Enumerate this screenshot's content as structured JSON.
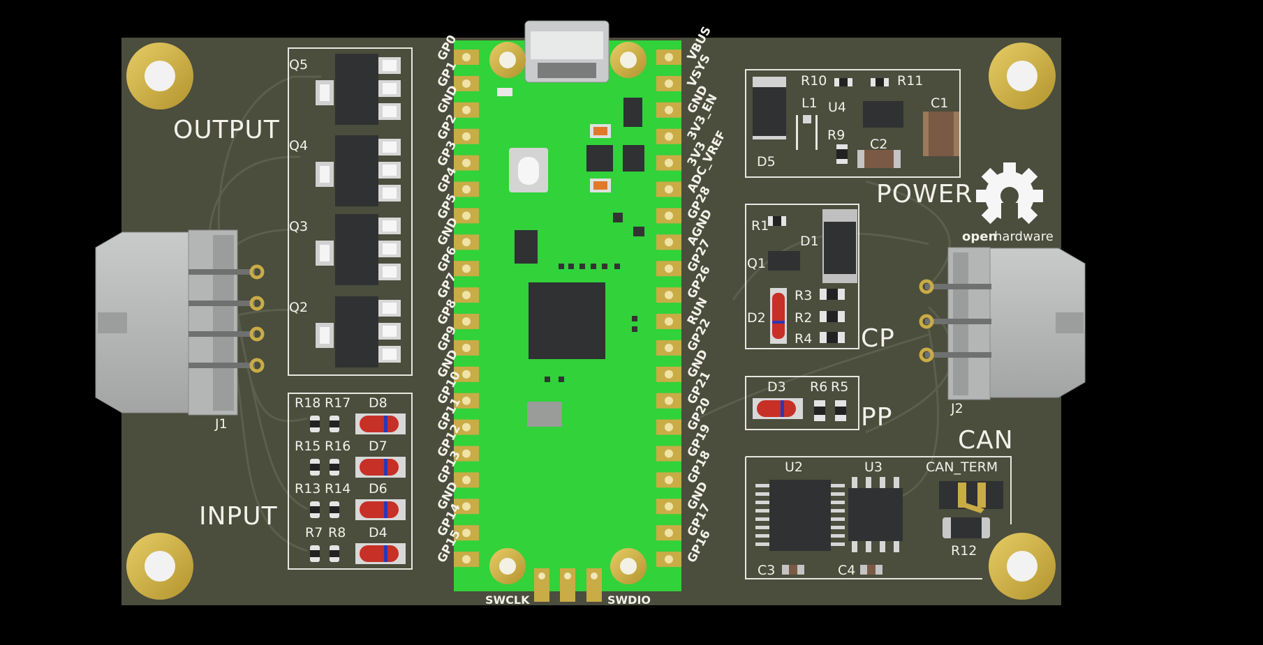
{
  "colors": {
    "pcb": "#4b4d3d",
    "trace": "#5a5e4c",
    "silk": "#f2f2ea",
    "pico": "#31d23a",
    "gold": "#c9ac46",
    "chip": "#2f3132",
    "connector": "#b8b9b9",
    "background": "#000000"
  },
  "section_labels": {
    "output": "OUTPUT",
    "input": "INPUT",
    "power": "POWER",
    "cp": "CP",
    "pp": "PP",
    "can": "CAN"
  },
  "connectors": {
    "j1": "J1",
    "j2": "J2"
  },
  "pico": {
    "left_pins": [
      "GP0",
      "GP1",
      "GND",
      "GP2",
      "GP3",
      "GP4",
      "GP5",
      "GND",
      "GP6",
      "GP7",
      "GP8",
      "GP9",
      "GND",
      "GP10",
      "GP11",
      "GP12",
      "GP13",
      "GND",
      "GP14",
      "GP15"
    ],
    "right_pins": [
      "VBUS",
      "VSYS",
      "GND",
      "3V3_EN",
      "3V3",
      "ADC_VREF",
      "GP28",
      "AGND",
      "GP27",
      "GP26",
      "RUN",
      "GP22",
      "GND",
      "GP21",
      "GP20",
      "GP19",
      "GP18",
      "GND",
      "GP17",
      "GP16"
    ],
    "debug_pins": {
      "swclk": "SWCLK",
      "swdio": "SWDIO"
    }
  },
  "components": {
    "q5": "Q5",
    "q4": "Q4",
    "q3": "Q3",
    "q2": "Q2",
    "r18": "R18",
    "r17": "R17",
    "d8": "D8",
    "r15": "R15",
    "r16": "R16",
    "d7": "D7",
    "r13": "R13",
    "r14": "R14",
    "d6": "D6",
    "r7": "R7",
    "r8": "R8",
    "d4": "D4",
    "r10": "R10",
    "r11": "R11",
    "l1": "L1",
    "u4": "U4",
    "c1": "C1",
    "r9": "R9",
    "c2": "C2",
    "d5": "D5",
    "r1": "R1",
    "d1": "D1",
    "q1": "Q1",
    "r3": "R3",
    "r2": "R2",
    "r4": "R4",
    "d2": "D2",
    "d3": "D3",
    "r6": "R6",
    "r5": "R5",
    "u2": "U2",
    "u3": "U3",
    "can_term": "CAN_TERM",
    "r12": "R12",
    "c3": "C3",
    "c4": "C4"
  },
  "logo": {
    "name": "open-hardware-gear-icon",
    "text_bold": "open",
    "text": "hardware"
  }
}
